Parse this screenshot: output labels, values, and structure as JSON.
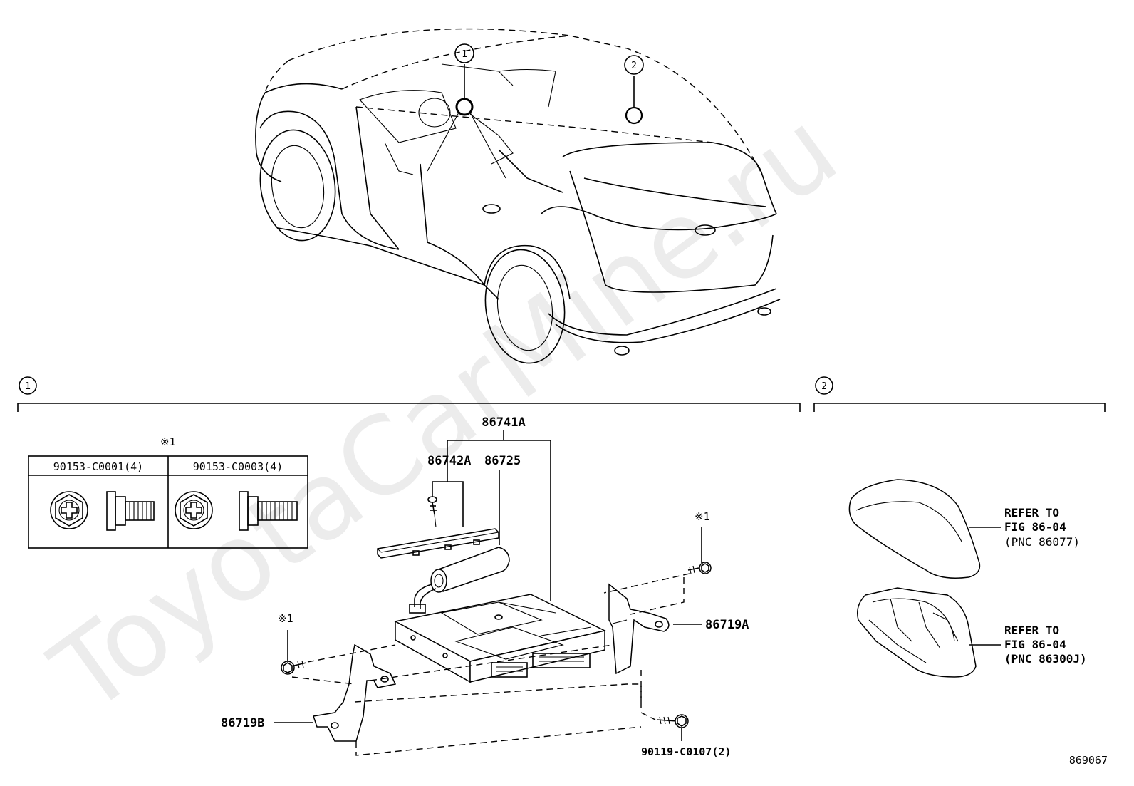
{
  "watermark": "ToyotaCarMine.ru",
  "callouts": {
    "one": "1",
    "two": "2",
    "section_one": "1",
    "section_two": "2"
  },
  "parts": {
    "p86741A": "86741A",
    "p86742A": "86742A",
    "p86725": "86725",
    "p86719A": "86719A",
    "p86719B": "86719B",
    "p90119": "90119-C0107(2)"
  },
  "bolt_table": {
    "note_mark": "※1",
    "col1_header": "90153-C0001(4)",
    "col2_header": "90153-C0003(4)"
  },
  "notes": {
    "bolt_right": "※1",
    "bolt_left": "※1"
  },
  "refs": {
    "antenna": {
      "line1": "REFER TO",
      "line2": "FIG 86-04",
      "line3": "(PNC 86077)"
    },
    "base": {
      "line1": "REFER TO",
      "line2": "FIG 86-04",
      "line3": "(PNC 86300J)"
    }
  },
  "figure_id": "869067"
}
